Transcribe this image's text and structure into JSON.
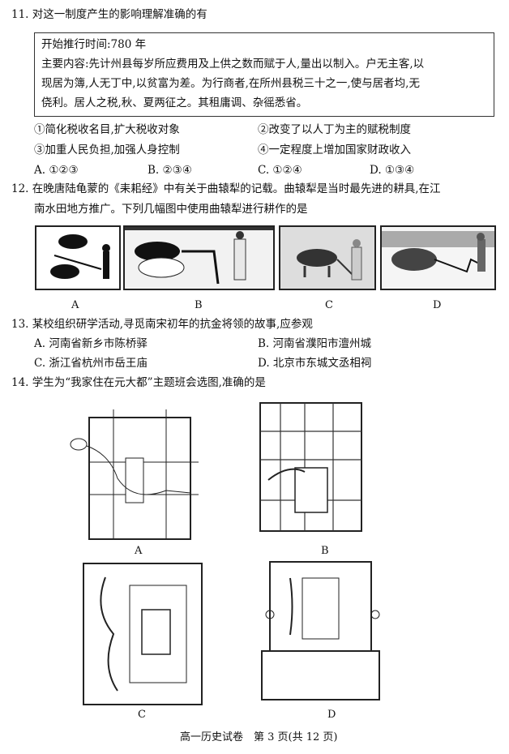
{
  "q11": {
    "stem": "11. 对这一制度产生的影响理解准确的有",
    "box_lines": [
      "开始推行时间:780 年",
      "主要内容:先计州县每岁所应费用及上供之数而赋于人,量出以制入。户无主客,以",
      "现居为簿,人无丁中,以贫富为差。为行商者,在所州县税三十之一,使与居者均,无",
      "侥利。居人之税,秋、夏两征之。其租庸调、杂徭悉省。"
    ],
    "items": [
      "①简化税收名目,扩大税收对象",
      "②改变了以人丁为主的赋税制度",
      "③加重人民负担,加强人身控制",
      "④一定程度上增加国家财政收入"
    ],
    "options": [
      "A. ①②③",
      "B. ②③④",
      "C. ①②④",
      "D. ①③④"
    ]
  },
  "q12": {
    "stem_lines": [
      "12. 在晚唐陆龟蒙的《耒耜经》中有关于曲辕犁的记载。曲辕犁是当时最先进的耕具,在江",
      "南水田地方推广。下列几幅图中使用曲辕犁进行耕作的是"
    ],
    "image_labels": [
      "A",
      "B",
      "C",
      "D"
    ]
  },
  "q13": {
    "stem": "13. 某校组织研学活动,寻觅南宋初年的抗金将领的故事,应参观",
    "options": [
      "A. 河南省新乡市陈桥驿",
      "B. 河南省濮阳市澶州城",
      "C. 浙江省杭州市岳王庙",
      "D. 北京市东城文丞相祠"
    ]
  },
  "q14": {
    "stem": "14. 学生为“我家住在元大都”主题班会选图,准确的是",
    "map_labels": [
      "A",
      "B",
      "C",
      "D"
    ]
  },
  "footer": "高一历史试卷　第 3 页(共 12 页)"
}
